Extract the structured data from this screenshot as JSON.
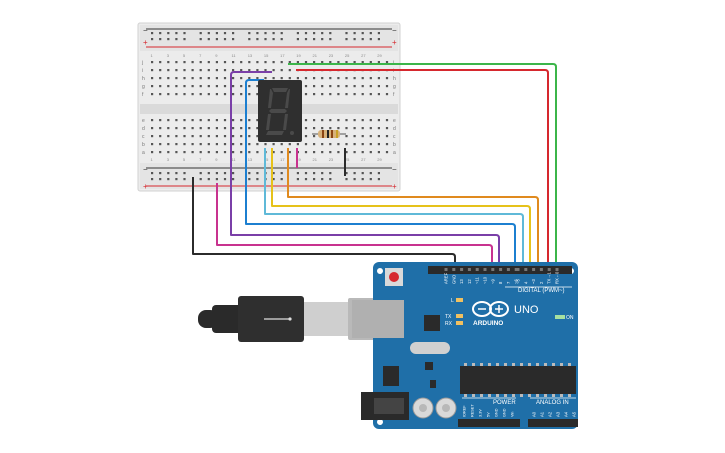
{
  "breadboard": {
    "rail_plus": "+",
    "rail_minus": "−",
    "row_letters_top": [
      "j",
      "i",
      "h",
      "g",
      "f"
    ],
    "row_letters_bottom": [
      "e",
      "d",
      "c",
      "b",
      "a"
    ],
    "col_labels": [
      "1",
      "3",
      "5",
      "7",
      "9",
      "11",
      "13",
      "15",
      "17",
      "19",
      "21",
      "23",
      "25",
      "27",
      "29"
    ]
  },
  "display": {
    "digit": "8"
  },
  "arduino": {
    "board_name": "ARDUINO",
    "model": "UNO",
    "digital_label": "DIGITAL (PWM~)",
    "power_label": "POWER",
    "analog_label": "ANALOG IN",
    "on_label": "ON",
    "tx_label": "TX",
    "rx_label": "RX",
    "l_label": "L",
    "digital_pins": [
      "AREF",
      "GND",
      "13",
      "12",
      "~11",
      "~10",
      "~9",
      "8",
      "7",
      "~6",
      "~5",
      "4",
      "~3",
      "2",
      "TX→1",
      "RX←0"
    ],
    "power_pins": [
      "IOREF",
      "RESET",
      "3.3V",
      "5V",
      "GND",
      "GND",
      "Vin"
    ],
    "analog_pins": [
      "A0",
      "A1",
      "A2",
      "A3",
      "A4",
      "A5"
    ]
  },
  "wires": [
    {
      "name": "wire-ground",
      "color": "#2b2b2b"
    },
    {
      "name": "wire-magenta",
      "color": "#c8338f"
    },
    {
      "name": "wire-purple",
      "color": "#7a3fa8"
    },
    {
      "name": "wire-blue",
      "color": "#1c7fd0"
    },
    {
      "name": "wire-lightblue",
      "color": "#5fb9d8"
    },
    {
      "name": "wire-yellow",
      "color": "#e6c21a"
    },
    {
      "name": "wire-orange",
      "color": "#e08a1e"
    },
    {
      "name": "wire-red",
      "color": "#d6282e"
    },
    {
      "name": "wire-green",
      "color": "#3cb54a"
    }
  ],
  "colors": {
    "board_blue": "#1f6fa8",
    "breadboard": "#ececec",
    "display_body": "#2f2f2f",
    "segment_off": "#4a4a4a"
  }
}
